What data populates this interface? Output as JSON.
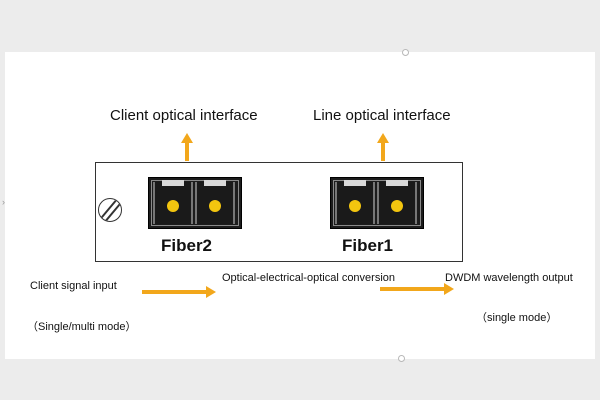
{
  "interfaces": {
    "client": "Client optical interface",
    "line": "Line optical interface"
  },
  "fibers": {
    "fiber2": "Fiber2",
    "fiber1": "Fiber1"
  },
  "flow": {
    "client_input": "Client signal input",
    "client_mode": "（Single/multi mode）",
    "conversion": "Optical-electrical-optical conversion",
    "dwdm_output": "DWDM wavelength output",
    "dwdm_mode": "（single mode）"
  },
  "colors": {
    "arrow": "#f2a71b",
    "fiber_core": "#f3c50f",
    "connector_body": "#1c1c1c",
    "module_border": "#333333"
  },
  "icons": {
    "screw": "screw-icon",
    "arrows": "arrow-icon"
  }
}
